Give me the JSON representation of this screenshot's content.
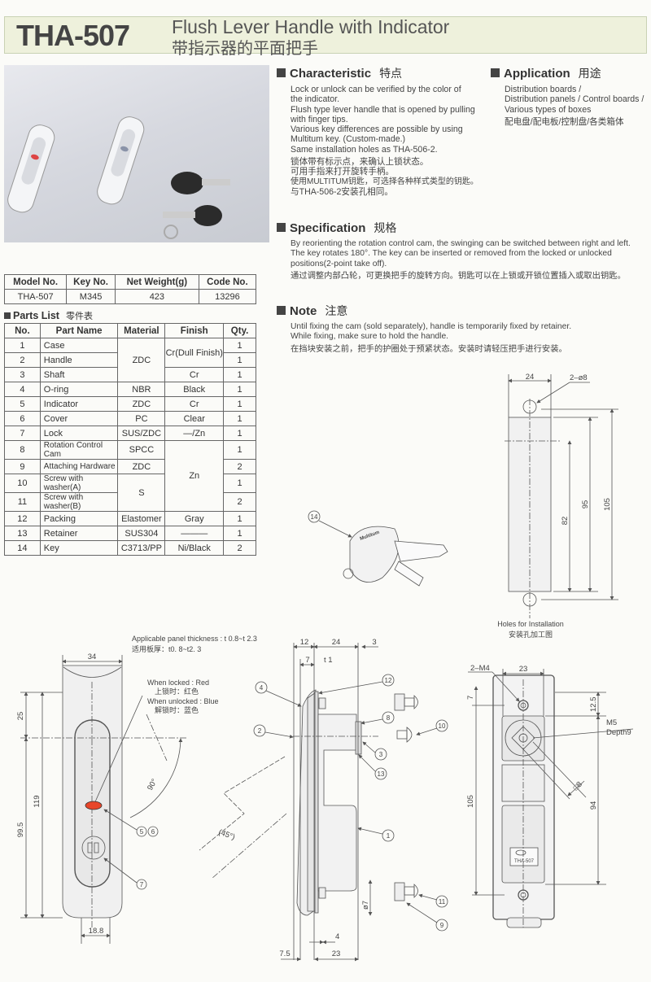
{
  "header": {
    "model": "THA-507",
    "title_en": "Flush Lever Handle with Indicator",
    "title_cn": "带指示器的平面把手"
  },
  "info_table": {
    "headers": [
      "Model No.",
      "Key No.",
      "Net Weight(g)",
      "Code No."
    ],
    "row": [
      "THA-507",
      "M345",
      "423",
      "13296"
    ]
  },
  "parts_list": {
    "title": "Parts List",
    "title_cn": "零件表",
    "headers": [
      "No.",
      "Part Name",
      "Material",
      "Finish",
      "Qty."
    ],
    "rows": [
      {
        "no": "1",
        "name": "Case",
        "material": "ZDC",
        "finish": "Cr(Dull Finish)",
        "qty": "1"
      },
      {
        "no": "2",
        "name": "Handle",
        "qty": "1"
      },
      {
        "no": "3",
        "name": "Shaft",
        "finish": "Cr",
        "qty": "1"
      },
      {
        "no": "4",
        "name": "O-ring",
        "material": "NBR",
        "finish": "Black",
        "qty": "1"
      },
      {
        "no": "5",
        "name": "Indicator",
        "material": "ZDC",
        "finish": "Cr",
        "qty": "1"
      },
      {
        "no": "6",
        "name": "Cover",
        "material": "PC",
        "finish": "Clear",
        "qty": "1"
      },
      {
        "no": "7",
        "name": "Lock",
        "material": "SUS/ZDC",
        "finish": "—/Zn",
        "qty": "1"
      },
      {
        "no": "8",
        "name": "Rotation Control Cam",
        "material": "SPCC",
        "finish": "Zn",
        "qty": "1"
      },
      {
        "no": "9",
        "name": "Attaching Hardware",
        "material": "ZDC",
        "qty": "2"
      },
      {
        "no": "10",
        "name": "Screw with washer(A)",
        "material": "S",
        "qty": "1"
      },
      {
        "no": "11",
        "name": "Screw with washer(B)",
        "qty": "2"
      },
      {
        "no": "12",
        "name": "Packing",
        "material": "Elastomer",
        "finish": "Gray",
        "qty": "1"
      },
      {
        "no": "13",
        "name": "Retainer",
        "material": "SUS304",
        "finish": "———",
        "qty": "1"
      },
      {
        "no": "14",
        "name": "Key",
        "material": "C3713/PP",
        "finish": "Ni/Black",
        "qty": "2"
      }
    ]
  },
  "characteristic": {
    "title": "Characteristic",
    "title_cn": "特点",
    "lines": [
      "Lock or unlock can be verified by the color of",
      "the indicator.",
      "Flush type lever handle that is opened by pulling",
      "with finger tips.",
      "Various key differences are possible by using",
      "Multitum key. (Custom-made.)",
      "Same installation holes as THA-506-2."
    ],
    "lines_cn": [
      "锁体带有标示点，来确认上锁状态。",
      "可用手指来打开旋转手柄。",
      "使用MULTITUM钥匙，可选择各种样式类型的钥匙。",
      "与THA-506-2安装孔相同。"
    ]
  },
  "application": {
    "title": "Application",
    "title_cn": "用途",
    "lines": [
      "Distribution boards /",
      "Distribution panels / Control boards /",
      "Various types of boxes"
    ],
    "line_cn": "配电盘/配电板/控制盘/各类箱体"
  },
  "specification": {
    "title": "Specification",
    "title_cn": "规格",
    "lines": [
      "By reorienting the rotation control cam, the swinging can be switched between right and left.",
      "The key rotates 180°. The key can be inserted or removed from the locked or unlocked",
      "positions(2-point take off)."
    ],
    "line_cn": "通过调整内部凸轮，可更换把手的旋转方向。钥匙可以在上锁或开锁位置插入或取出钥匙。"
  },
  "note": {
    "title": "Note",
    "title_cn": "注意",
    "lines": [
      "Until fixing the cam (sold separately), handle is temporarily fixed by retainer.",
      "While fixing, make sure to hold the handle."
    ],
    "line_cn": "在挡块安装之前，把手的护圈处于预紧状态。安装时请轻压把手进行安装。"
  },
  "drawings": {
    "key": {
      "balloon": "14",
      "brand": "Multitum"
    },
    "install": {
      "w": "24",
      "holes": "2–ø8",
      "d82": "82",
      "d95": "95",
      "d105": "105",
      "caption": "Holes for Installation",
      "caption_cn": "安装孔加工图"
    },
    "front": {
      "panel": "Applicable panel thickness : t 0.8~t 2.3",
      "panel_cn": "适用板厚：t0. 8~t2. 3",
      "locked": "When locked : Red",
      "locked_cn": "上锁时：红色",
      "unlocked": "When unlocked : Blue",
      "unlocked_cn": "解锁时：蓝色",
      "w34": "34",
      "d25": "25",
      "d119": "119",
      "d995": "99.5",
      "d188": "18.8",
      "angle90": "90°",
      "angle45": "(45°)",
      "b5": "5",
      "b6": "6",
      "b7": "7",
      "indicator_color": "#e8462a"
    },
    "side": {
      "d12": "12",
      "d24": "24",
      "d3": "3",
      "d7": "7",
      "t1": "t 1",
      "d75": "7.5",
      "d23": "23",
      "d4": "4",
      "dia7": "ø7",
      "b1": "1",
      "b2": "2",
      "b3": "3",
      "b4": "4",
      "b8": "8",
      "b9": "9",
      "b10": "10",
      "b11": "11",
      "b12": "12",
      "b13": "13"
    },
    "back": {
      "m4": "2–M4",
      "w23": "23",
      "d7": "7",
      "d125": "12.5",
      "m5": "M5",
      "depth": "Depth9",
      "sq8": "□8",
      "d94": "94",
      "d105": "105",
      "badge": "THA-507"
    }
  }
}
